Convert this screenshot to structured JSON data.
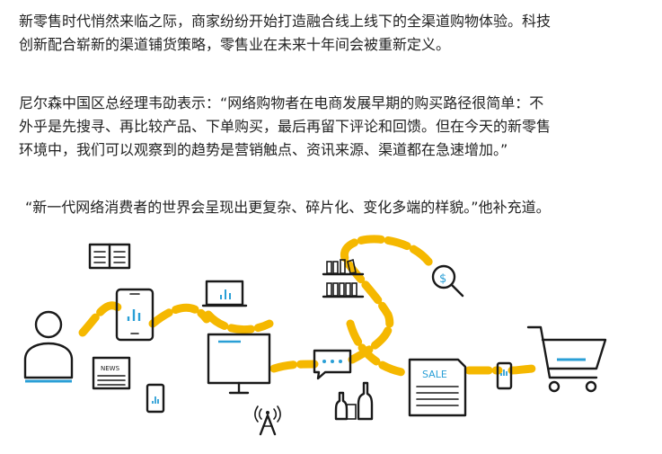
{
  "article": {
    "p1": [
      "新零售时代悄然来临之际，商家纷纷开始打造融合线上线下的全渠道购物体验。科技",
      "创新配合崭新的渠道铺货策略，零售业在未来十年间会被重新定义。"
    ],
    "p2": [
      "尼尔森中国区总经理韦劭表示：“网络购物者在电商发展早期的购买路径很简单：不",
      "外乎是先搜寻、再比较产品、下单购买，最后再留下评论和回馈。但在今天的新零售",
      "环境中，我们可以观察到的趋势是营销触点、资讯来源、渠道都在急速增加。”"
    ],
    "p3": [
      "“新一代网络消费者的世界会呈现出更复杂、碎片化、变化多端的样貌。”他补充道。"
    ]
  },
  "illustration": {
    "news_label": "NEWS",
    "sale_label": "SALE",
    "search_symbol": "$",
    "colors": {
      "path": "#f5b800",
      "accent": "#2a9fd6",
      "line": "#1a1a1a"
    },
    "icons": [
      "person-icon",
      "open-book-icon",
      "tablet-icon",
      "newspaper-icon",
      "phone-icon",
      "laptop-icon",
      "monitor-icon",
      "broadcast-tower-icon",
      "shelf-icon",
      "magnifier-icon",
      "chat-bubble-icon",
      "bottles-icon",
      "sale-flyer-icon",
      "phone-icon",
      "shopping-cart-icon"
    ]
  }
}
